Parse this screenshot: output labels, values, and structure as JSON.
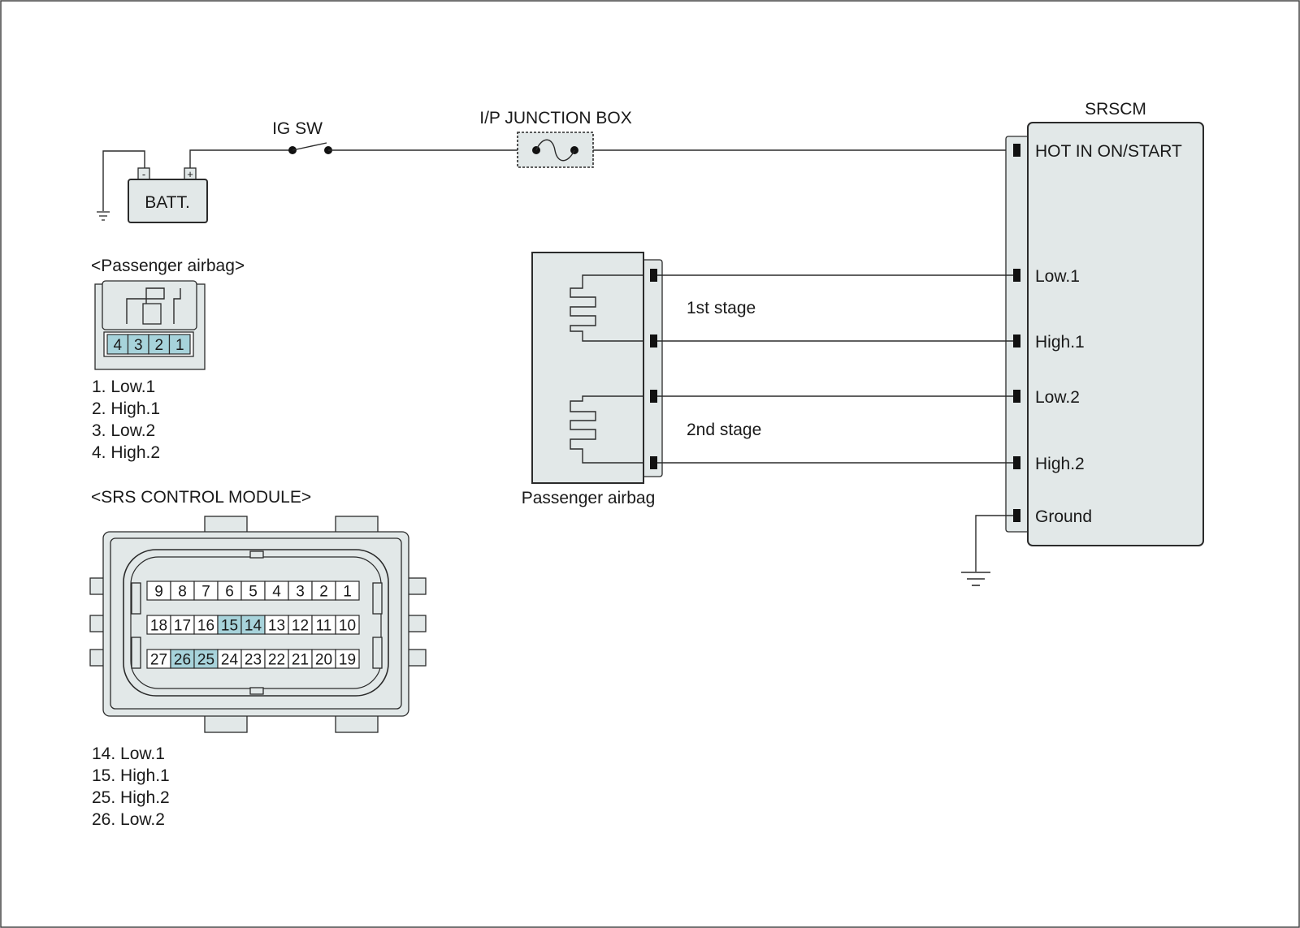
{
  "colors": {
    "body_fill": "#e2e8e8",
    "highlight_pin": "#a7d3db",
    "wire": "#2b2b2b"
  },
  "power": {
    "battery": "BATT.",
    "minus": "-",
    "plus": "+",
    "ig_switch": "IG SW",
    "junction_box": "I/P JUNCTION BOX"
  },
  "srscm": {
    "title": "SRSCM",
    "pins": [
      "HOT IN ON/START",
      "Low.1",
      "High.1",
      "Low.2",
      "High.2",
      "Ground"
    ]
  },
  "airbag": {
    "label": "Passenger airbag",
    "stage1": "1st stage",
    "stage2": "2nd stage"
  },
  "passenger_connector": {
    "title": "<Passenger airbag>",
    "pins": [
      "4",
      "3",
      "2",
      "1"
    ],
    "legend": [
      "1. Low.1",
      "2. High.1",
      "3. Low.2",
      "4. High.2"
    ]
  },
  "srs_connector": {
    "title": "<SRS CONTROL MODULE>",
    "rows": [
      [
        "9",
        "8",
        "7",
        "6",
        "5",
        "4",
        "3",
        "2",
        "1"
      ],
      [
        "18",
        "17",
        "16",
        "15",
        "14",
        "13",
        "12",
        "11",
        "10"
      ],
      [
        "27",
        "26",
        "25",
        "24",
        "23",
        "22",
        "21",
        "20",
        "19"
      ]
    ],
    "highlighted": [
      "14",
      "15",
      "25",
      "26"
    ],
    "legend": [
      "14. Low.1",
      "15. High.1",
      "25. High.2",
      "26. Low.2"
    ]
  }
}
